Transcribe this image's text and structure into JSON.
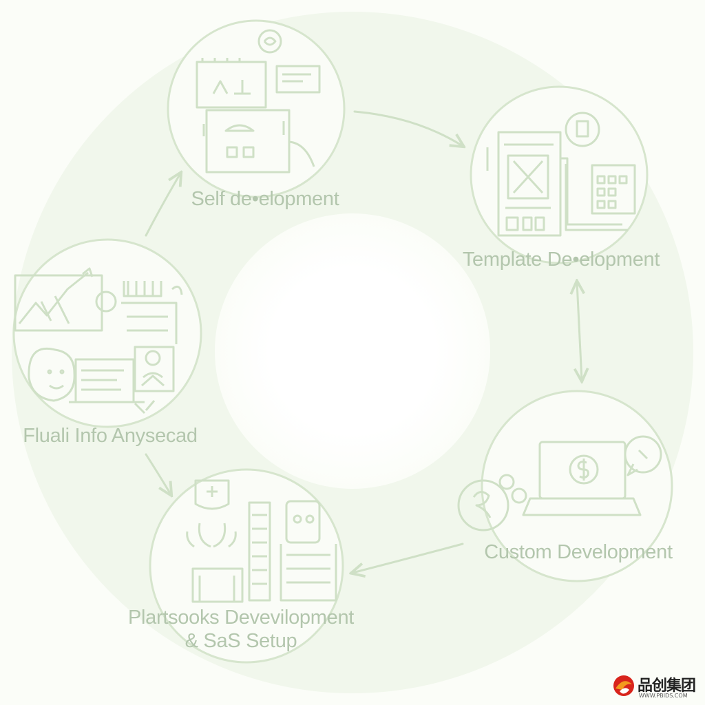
{
  "colors": {
    "background": "#fbfdf8",
    "line": "#cfe0c6",
    "text": "#b3c6ad",
    "logo_red": "#d8241c",
    "logo_orange": "#f39a1e"
  },
  "stages": {
    "self": {
      "label": "Self de•elopment",
      "icon": "office-devices-icon"
    },
    "template": {
      "label": "Template De•elopment",
      "icon": "template-layout-icon"
    },
    "custom": {
      "label": "Custom Development",
      "icon": "laptop-dollar-icon"
    },
    "platform": {
      "line1": "Plartsooks Devevilopment",
      "line2": "& SaS Setup",
      "icon": "platform-robot-icon"
    },
    "fluali": {
      "label": "Fluali Info Anysecad",
      "icon": "analytics-person-icon"
    }
  },
  "logo": {
    "name": "品创集团",
    "sub": "WWW.PBIDS.COM"
  }
}
